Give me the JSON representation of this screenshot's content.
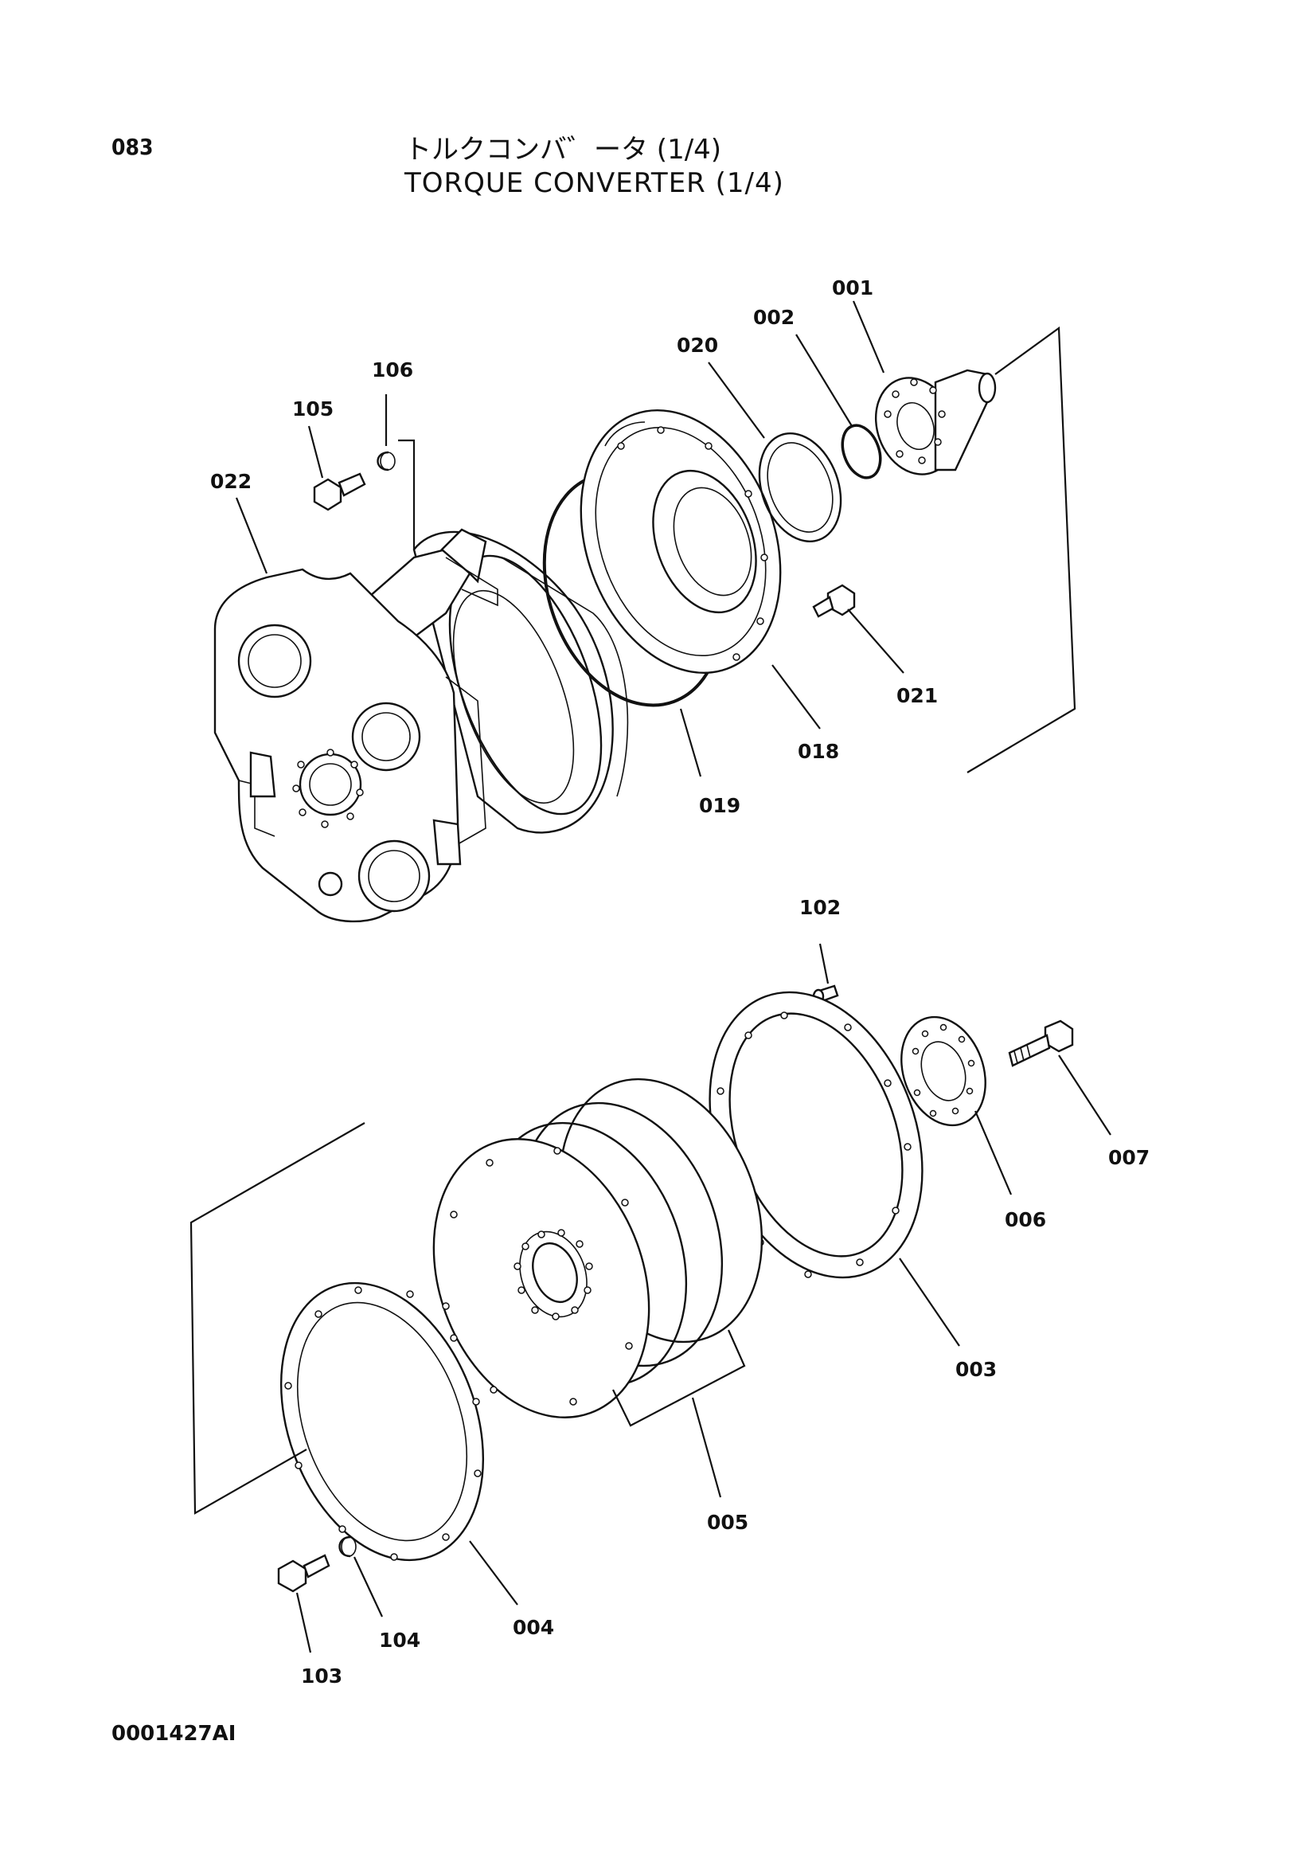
{
  "header": {
    "page_number": "083",
    "title_japanese": "トルクコンバ゛ータ (1/4)",
    "title_english": "TORQUE  CONVERTER (1/4)"
  },
  "footer": {
    "drawing_code": "0001427AI"
  },
  "part_labels": {
    "p001": "001",
    "p002": "002",
    "p020": "020",
    "p106": "106",
    "p105": "105",
    "p022": "022",
    "p021": "021",
    "p018": "018",
    "p019": "019",
    "p102": "102",
    "p007": "007",
    "p006": "006",
    "p003": "003",
    "p005": "005",
    "p004": "004",
    "p104": "104",
    "p103": "103"
  }
}
